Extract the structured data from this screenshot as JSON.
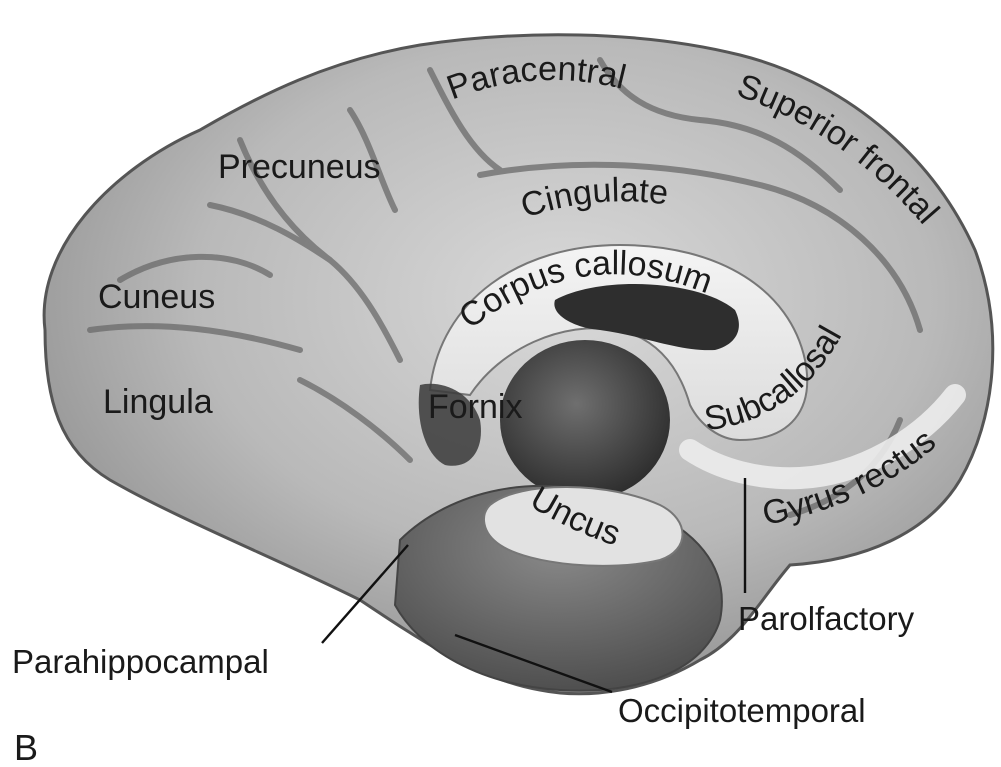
{
  "figure": {
    "panel_letter": "B",
    "gyri_labels": {
      "paracentral": "Paracentral",
      "superior_frontal": "Superior frontal",
      "precuneus": "Precuneus",
      "cingulate": "Cingulate",
      "corpus_callosum": "Corpus callosum",
      "cuneus": "Cuneus",
      "subcallosal": "Subcallosal",
      "lingula": "Lingula",
      "fornix": "Fornix",
      "gyrus_rectus": "Gyrus rectus",
      "uncus": "Uncus"
    },
    "callout_labels": {
      "parolfactory": "Parolfactory",
      "parahippocampal": "Parahippocampal",
      "occipitotemporal": "Occipitotemporal"
    }
  }
}
